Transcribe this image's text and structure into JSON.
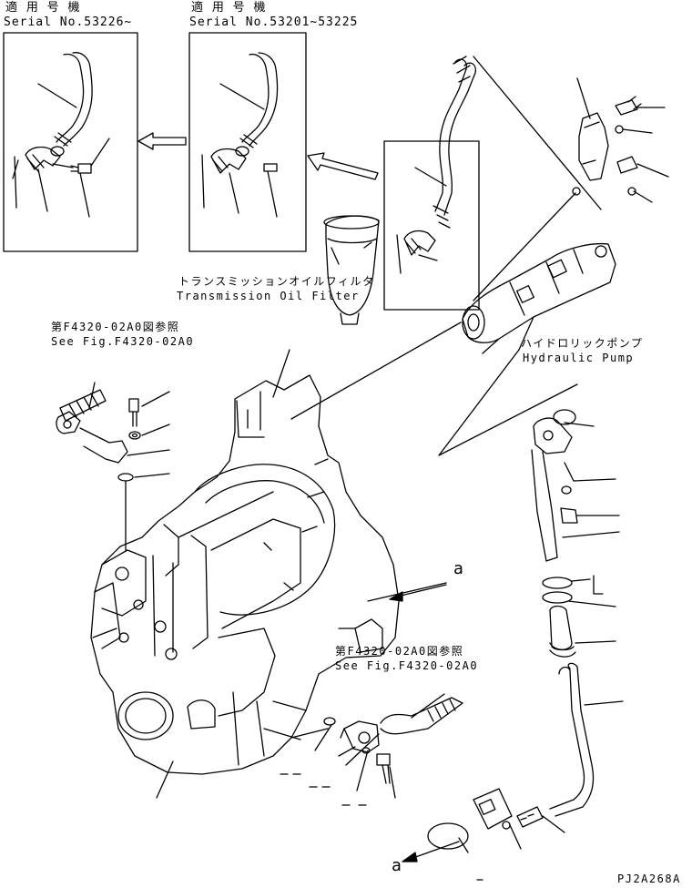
{
  "insets": {
    "left_header_jp": "適 用 号 機",
    "left_serial": "Serial No.53226~",
    "right_header_jp": "適 用 号 機",
    "right_serial": "Serial No.53201~53225"
  },
  "parts": {
    "filter_jp": "トランスミッションオイルフィルタ",
    "filter_en": "Transmission Oil Filter",
    "pump_jp": "ハイドロリックポンプ",
    "pump_en": "Hydraulic Pump"
  },
  "references": {
    "upper_jp": "第F4320-02A0図参照",
    "upper_en": "See Fig.F4320-02A0",
    "lower_jp": "第F4320-02A0図参照",
    "lower_en": "See Fig.F4320-02A0"
  },
  "markers": {
    "a_right": "a",
    "a_bottom": "a"
  },
  "drawing_code": "PJ2A268A"
}
